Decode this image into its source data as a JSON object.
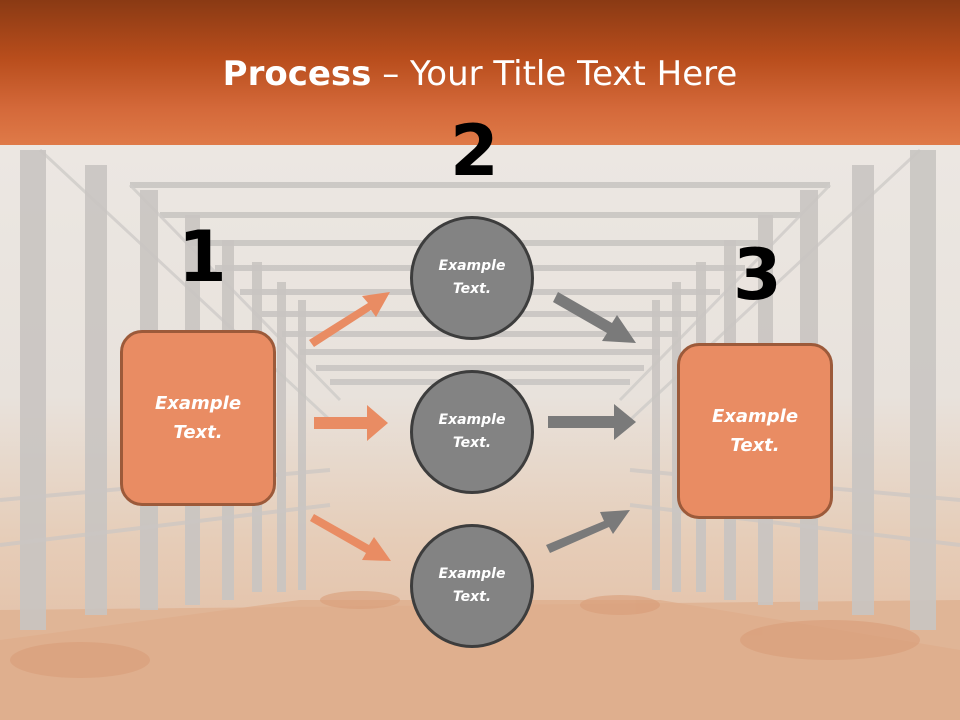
{
  "title": {
    "bold": "Process",
    "separator": " – ",
    "rest": "Your Title Text Here"
  },
  "steps": [
    {
      "number": "1"
    },
    {
      "number": "2"
    },
    {
      "number": "3"
    }
  ],
  "left_box": {
    "text": "Example\nText."
  },
  "right_box": {
    "text": "Example\nText."
  },
  "circles": [
    {
      "text": "Example\nText."
    },
    {
      "text": "Example\nText."
    },
    {
      "text": "Example\nText."
    }
  ],
  "colors": {
    "header_dark": "#8a3a14",
    "header_light": "#df7a48",
    "box_fill": "#e98c63",
    "box_border": "#9c5a3a",
    "circle_fill": "#838383",
    "circle_border": "#3d3d3d",
    "arrow_orange": "#e98c63",
    "arrow_gray": "#7a7a7a"
  }
}
